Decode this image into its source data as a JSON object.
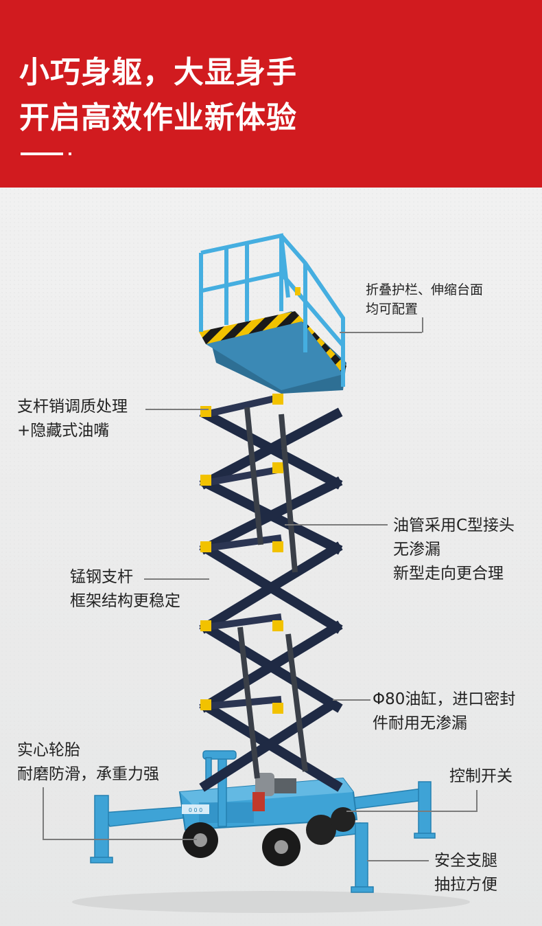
{
  "header": {
    "line1": "小巧身躯，大显身手",
    "line2": "开启高效作业新体验"
  },
  "callouts": {
    "guardrail": {
      "line1": "折叠护栏、伸缩台面",
      "line2": "均可配置"
    },
    "pin": {
      "line1": "支杆销调质处理",
      "line2": "+隐藏式油嘴"
    },
    "hose": {
      "line1": "油管采用C型接头",
      "line2": "无渗漏",
      "line3": "新型走向更合理"
    },
    "steel": {
      "line1": "锰钢支杆",
      "line2": "框架结构更稳定"
    },
    "cylinder": {
      "line1": "Φ80油缸，进口密封",
      "line2": "件耐用无渗漏"
    },
    "tire": {
      "line1": "实心轮胎",
      "line2": "耐磨防滑，承重力强"
    },
    "switch": {
      "line1": "控制开关"
    },
    "leg": {
      "line1": "安全支腿",
      "line2": "抽拉方便"
    }
  },
  "colors": {
    "banner": "#d11b1f",
    "machine_blue": "#3ea3d6",
    "scissor_dark": "#1f2a44",
    "hazard_yellow": "#f2c200"
  }
}
